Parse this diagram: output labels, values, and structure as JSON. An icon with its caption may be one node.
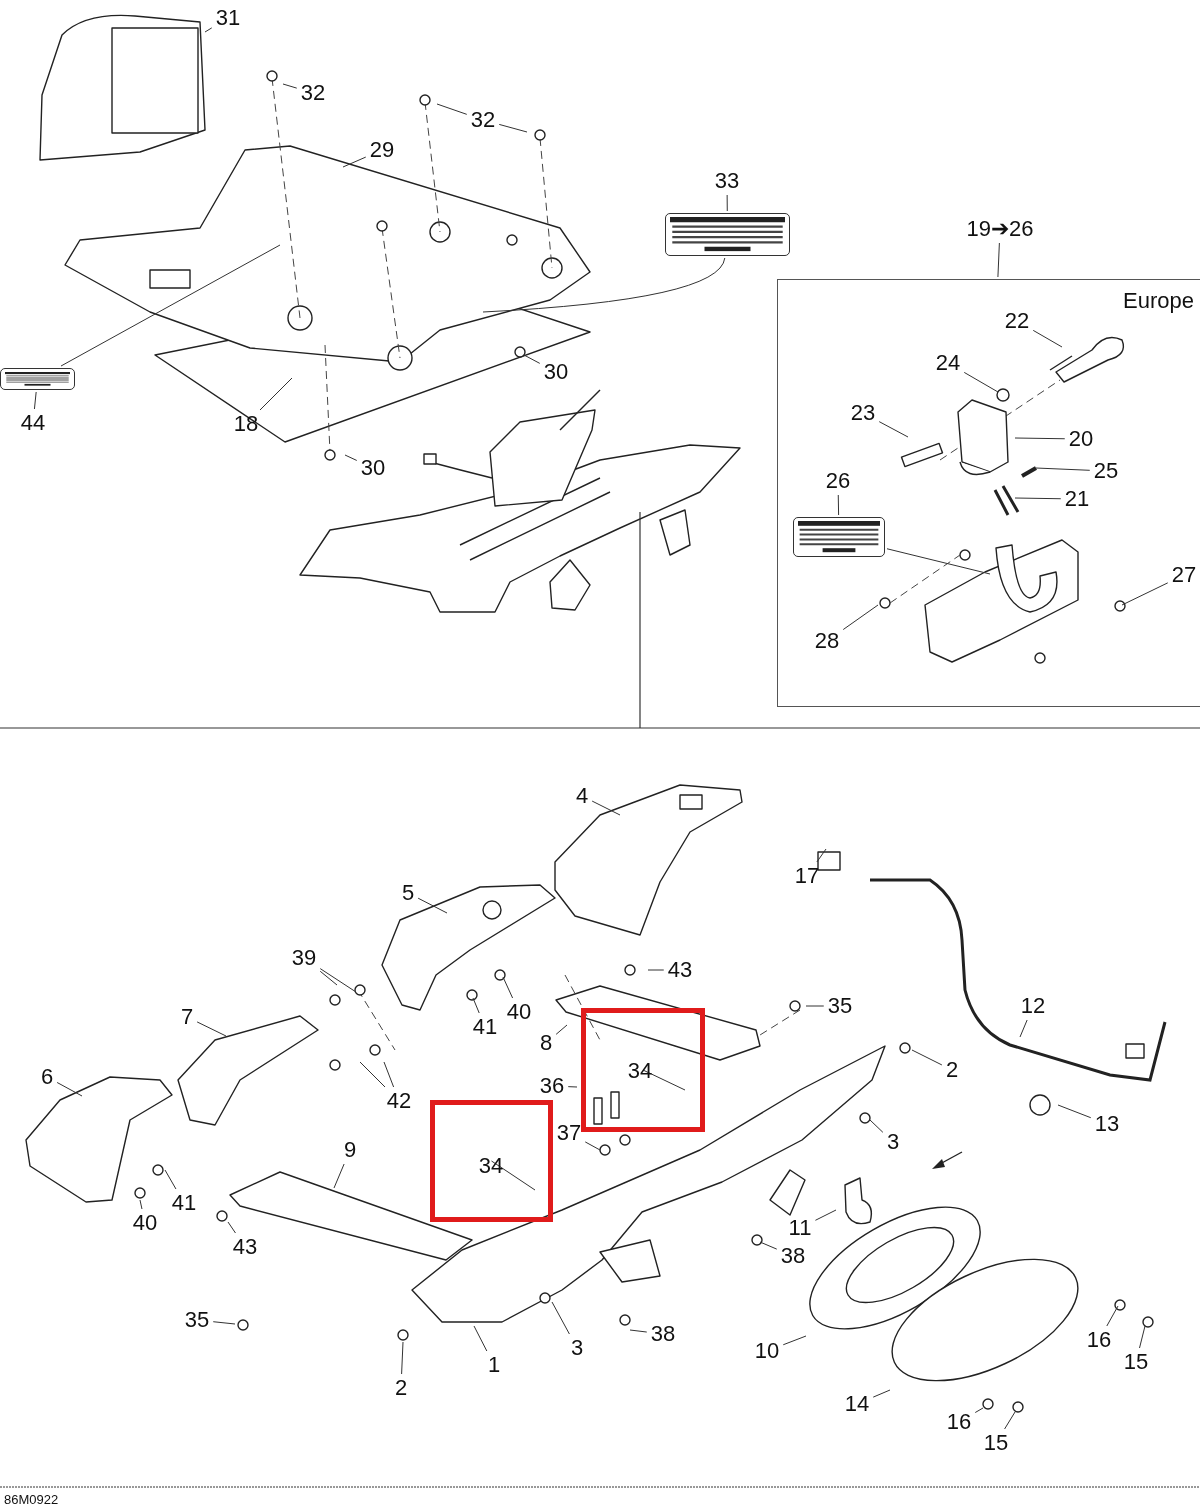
{
  "diagram": {
    "nodes": [
      {
        "text": [
          "31"
        ]
      },
      {
        "text": [
          "32"
        ]
      },
      {
        "text": [
          "32"
        ]
      },
      {
        "text": [
          "29"
        ]
      },
      {
        "text": [
          "33"
        ]
      },
      {
        "text": [],
        "shape": "picture"
      },
      {
        "text": [
          "30"
        ]
      },
      {
        "text": [],
        "shape": "picture"
      },
      {
        "text": [
          "44"
        ]
      },
      {
        "text": [
          "18"
        ]
      },
      {
        "text": [
          "30"
        ]
      },
      {
        "text": [
          "19➔26"
        ]
      },
      {
        "text": [
          "Europe"
        ]
      },
      {
        "text": [
          "22"
        ],
        "in": 12
      },
      {
        "text": [
          "24"
        ],
        "in": 12
      },
      {
        "text": [
          "23"
        ],
        "in": 12
      },
      {
        "text": [
          "20"
        ],
        "in": 12
      },
      {
        "text": [
          "25"
        ],
        "in": 12
      },
      {
        "text": [
          "21"
        ],
        "in": 12
      },
      {
        "text": [
          "26"
        ],
        "in": 12
      },
      {
        "text": [],
        "shape": "picture",
        "in": 12
      },
      {
        "text": [
          "27"
        ],
        "in": 12
      },
      {
        "text": [
          "28"
        ],
        "in": 12
      },
      {
        "text": [
          "4"
        ]
      },
      {
        "text": [
          "17"
        ]
      },
      {
        "text": [
          "5"
        ]
      },
      {
        "text": [
          "39"
        ]
      },
      {
        "text": [
          "43"
        ]
      },
      {
        "text": [
          "35"
        ]
      },
      {
        "text": [
          "40"
        ]
      },
      {
        "text": [
          "41"
        ]
      },
      {
        "text": [
          "12"
        ]
      },
      {
        "text": [
          "7"
        ]
      },
      {
        "text": [
          "8"
        ]
      },
      {
        "text": [
          "34"
        ]
      },
      {
        "text": [
          "2"
        ]
      },
      {
        "text": [
          "6"
        ]
      },
      {
        "text": [
          "36"
        ]
      },
      {
        "text": [
          "42"
        ]
      },
      {
        "text": [
          "37"
        ]
      },
      {
        "text": [
          "3"
        ]
      },
      {
        "text": [
          "13"
        ]
      },
      {
        "text": [
          "9"
        ]
      },
      {
        "text": [
          "34"
        ]
      },
      {
        "text": [
          "11"
        ]
      },
      {
        "text": [
          "41"
        ]
      },
      {
        "text": [
          "40"
        ]
      },
      {
        "text": [
          "43"
        ]
      },
      {
        "text": [
          "38"
        ]
      },
      {
        "text": [
          "35"
        ]
      },
      {
        "text": [
          "3"
        ]
      },
      {
        "text": [
          "38"
        ]
      },
      {
        "text": [
          "1"
        ]
      },
      {
        "text": [
          "2"
        ]
      },
      {
        "text": [
          "16"
        ]
      },
      {
        "text": [
          "15"
        ]
      },
      {
        "text": [
          "10"
        ]
      },
      {
        "text": [
          "14"
        ]
      },
      {
        "text": [
          "16"
        ]
      },
      {
        "text": [
          "15"
        ]
      }
    ],
    "edges": [
      {
        "from": 0,
        "to": null,
        "arrow": "none"
      },
      {
        "from": 1,
        "to": null,
        "arrow": "none"
      },
      {
        "from": 2,
        "to": null,
        "arrow": "none"
      },
      {
        "from": 2,
        "to": null,
        "arrow": "none"
      },
      {
        "from": 3,
        "to": null,
        "arrow": "none"
      },
      {
        "from": 4,
        "to": 5,
        "arrow": "none"
      },
      {
        "from": 5,
        "to": null,
        "arrow": "none"
      },
      {
        "from": 6,
        "to": null,
        "arrow": "none"
      },
      {
        "from": 8,
        "to": 7,
        "arrow": "none"
      },
      {
        "from": 7,
        "to": null,
        "arrow": "none"
      },
      {
        "from": 9,
        "to": null,
        "arrow": "none"
      },
      {
        "from": 10,
        "to": null,
        "arrow": "none"
      },
      {
        "from": 11,
        "to": 12,
        "arrow": "none"
      },
      {
        "from": 13,
        "to": null,
        "arrow": "none"
      },
      {
        "from": 14,
        "to": null,
        "arrow": "none"
      },
      {
        "from": 15,
        "to": null,
        "arrow": "none"
      },
      {
        "from": 16,
        "to": null,
        "arrow": "none"
      },
      {
        "from": 17,
        "to": null,
        "arrow": "none"
      },
      {
        "from": 18,
        "to": null,
        "arrow": "none"
      },
      {
        "from": 19,
        "to": 20,
        "arrow": "none"
      },
      {
        "from": 20,
        "to": null,
        "arrow": "none"
      },
      {
        "from": 21,
        "to": null,
        "arrow": "none"
      },
      {
        "from": 22,
        "to": null,
        "arrow": "none"
      },
      {
        "from": 23,
        "to": null,
        "arrow": "none"
      },
      {
        "from": 24,
        "to": null,
        "arrow": "none"
      },
      {
        "from": 25,
        "to": null,
        "arrow": "none"
      },
      {
        "from": 26,
        "to": null,
        "arrow": "none"
      },
      {
        "from": 26,
        "to": null,
        "arrow": "none"
      },
      {
        "from": 27,
        "to": null,
        "arrow": "none"
      },
      {
        "from": 28,
        "to": null,
        "arrow": "none"
      },
      {
        "from": 29,
        "to": null,
        "arrow": "none"
      },
      {
        "from": 30,
        "to": null,
        "arrow": "none"
      },
      {
        "from": 31,
        "to": null,
        "arrow": "none"
      },
      {
        "from": 32,
        "to": null,
        "arrow": "none"
      },
      {
        "from": 33,
        "to": null,
        "arrow": "none"
      },
      {
        "from": 34,
        "to": null,
        "arrow": "none"
      },
      {
        "from": 35,
        "to": null,
        "arrow": "none"
      },
      {
        "from": 36,
        "to": null,
        "arrow": "none"
      },
      {
        "from": 37,
        "to": null,
        "arrow": "none"
      },
      {
        "from": 38,
        "to": null,
        "arrow": "none"
      },
      {
        "from": 38,
        "to": null,
        "arrow": "none"
      },
      {
        "from": 39,
        "to": null,
        "arrow": "none"
      },
      {
        "from": 40,
        "to": null,
        "arrow": "none"
      },
      {
        "from": 41,
        "to": null,
        "arrow": "none"
      },
      {
        "from": 42,
        "to": null,
        "arrow": "none"
      },
      {
        "from": 43,
        "to": null,
        "arrow": "none"
      },
      {
        "from": 44,
        "to": null,
        "arrow": "none"
      },
      {
        "from": 45,
        "to": null,
        "arrow": "none"
      },
      {
        "from": 46,
        "to": null,
        "arrow": "none"
      },
      {
        "from": 47,
        "to": null,
        "arrow": "none"
      },
      {
        "from": 48,
        "to": null,
        "arrow": "none"
      },
      {
        "from": 49,
        "to": null,
        "arrow": "none"
      },
      {
        "from": 50,
        "to": null,
        "arrow": "none"
      },
      {
        "from": 51,
        "to": null,
        "arrow": "none"
      },
      {
        "from": 52,
        "to": null,
        "arrow": "none"
      },
      {
        "from": 53,
        "to": null,
        "arrow": "none"
      },
      {
        "from": 54,
        "to": null,
        "arrow": "none"
      },
      {
        "from": 55,
        "to": null,
        "arrow": "none"
      },
      {
        "from": 56,
        "to": null,
        "arrow": "none"
      },
      {
        "from": 57,
        "to": null,
        "arrow": "none"
      },
      {
        "from": 58,
        "to": null,
        "arrow": "none"
      },
      {
        "from": 59,
        "to": null,
        "arrow": "none"
      }
    ],
    "labels": [
      "86M0922"
    ]
  }
}
